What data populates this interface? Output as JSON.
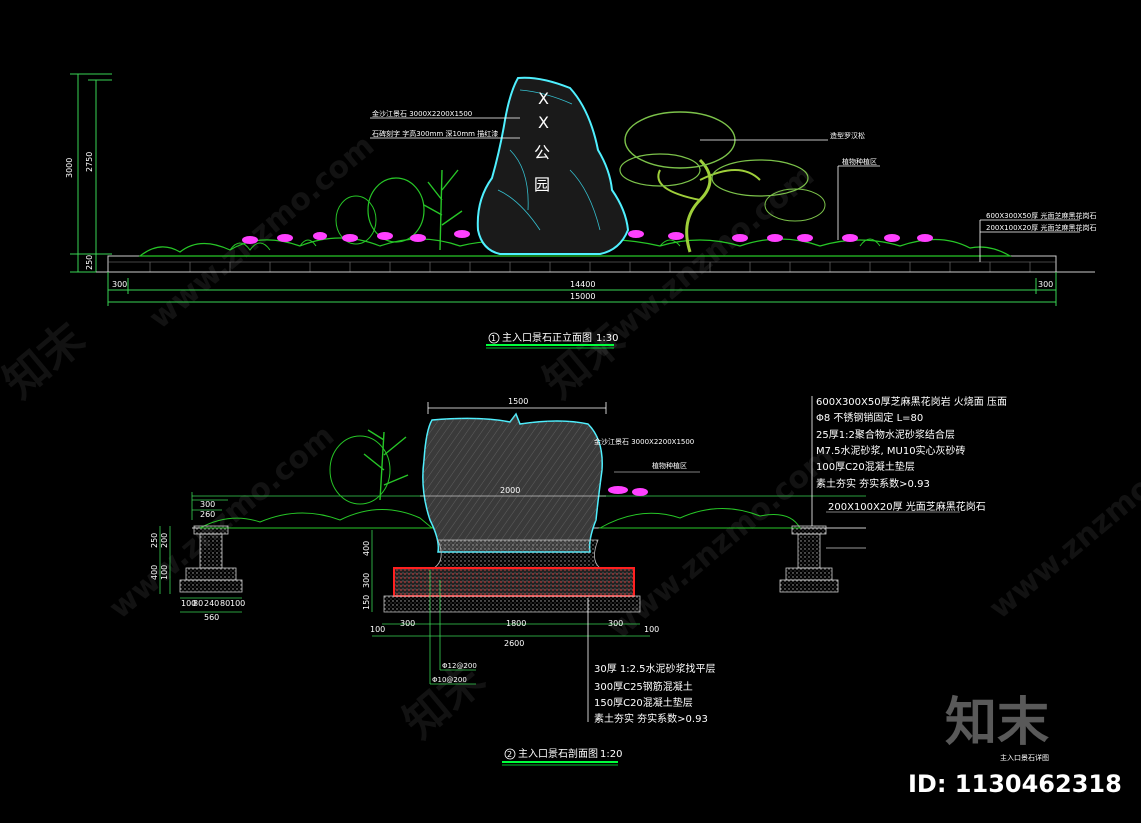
{
  "elevation": {
    "stone_text": "XX公园",
    "labels": {
      "stone_spec": "金沙江景石 3000X2200X1500",
      "lettering": "石碑刻字 字高300mm 深10mm 描红漆",
      "tree_label": "造型罗汉松",
      "plant_label": "植物种植区",
      "curb_a": "600X300X50厚 光面芝麻黑花岗石",
      "curb_b": "200X100X20厚 光面芝麻黑花岗石"
    },
    "dims": {
      "height_total": "3000",
      "height_stone": "2750",
      "base": "250",
      "left_edge": "300",
      "right_edge": "300",
      "middle": "14400",
      "overall": "15000"
    },
    "title": {
      "number": "1",
      "name": "主入口景石正立面图",
      "scale": "1:30"
    }
  },
  "section": {
    "top_dim": "1500",
    "width_dim": "2000",
    "stone_spec": "金沙江景石 3000X2200X1500",
    "plant_label": "植物种植区",
    "right_notes": [
      "600X300X50厚芝麻黑花岗岩 火烧面 压面",
      "Φ8 不锈钢销固定 L=80",
      "25厚1:2聚合物水泥砂浆结合层",
      "M7.5水泥砂浆, MU10实心灰砂砖",
      "100厚C20混凝土垫层",
      "素土夯实 夯实系数>0.93"
    ],
    "curb_note": "200X100X20厚 光面芝麻黑花岗石",
    "bottom_notes": [
      "30厚 1:2.5水泥砂浆找平层",
      "300厚C25钢筋混凝土",
      "150厚C20混凝土垫层",
      "素土夯实 夯实系数>0.93"
    ],
    "rebar_a": "Φ12@200",
    "rebar_b": "Φ10@200",
    "left_dims": {
      "d300": "300",
      "d260": "260",
      "d250": "250",
      "d200": "200",
      "d100": "100",
      "d400": "400",
      "b1": "100",
      "b2": "80",
      "b3": "240",
      "b4": "80",
      "b5": "100",
      "b_total": "560"
    },
    "center_dims": {
      "h400": "400",
      "h300": "300",
      "h150": "150",
      "w100a": "100",
      "w300a": "300",
      "w1800": "1800",
      "w300b": "300",
      "w100b": "100",
      "w2600": "2600"
    },
    "title": {
      "number": "2",
      "name": "主入口景石剖面图",
      "scale": "1:20"
    }
  },
  "sheet_label": "主入口景石详图",
  "watermark": {
    "brand": "知末",
    "site": "www.znzmo.com",
    "id_text": "ID: 1130462318"
  },
  "colors": {
    "background": "#000000",
    "dim_line": "#ffffff",
    "dim_green": "#39d353",
    "stone_outline": "#4ff0ff",
    "stone_fill": "#4a4a4a",
    "plant_green": "#27c627",
    "flower_magenta": "#ff40ff",
    "title_underline": "#00ff3c",
    "footing_red": "#ff2020"
  }
}
